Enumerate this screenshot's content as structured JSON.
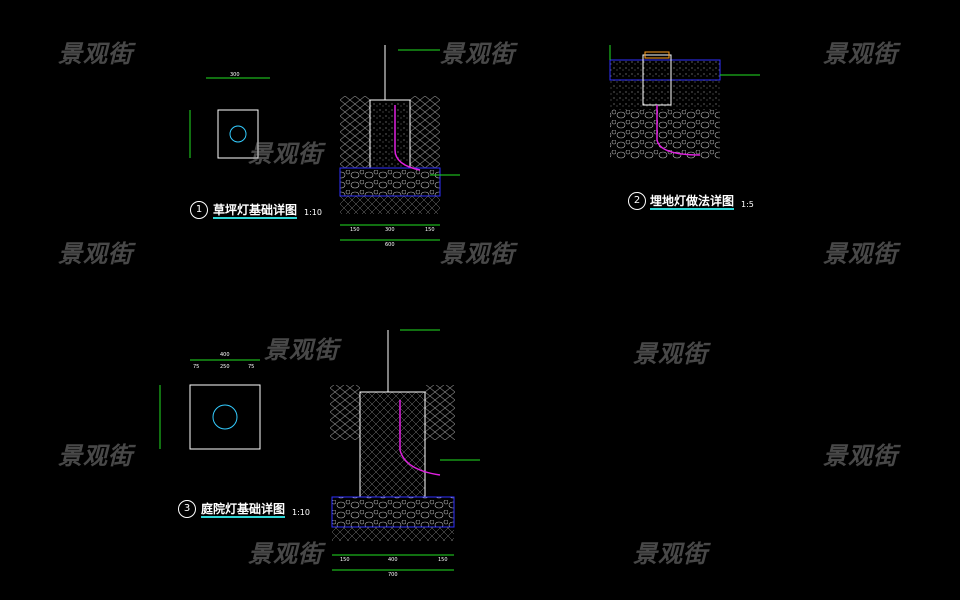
{
  "watermark": "景观街",
  "details": [
    {
      "number": "1",
      "title": "草坪灯基础详图",
      "scale": "1:10",
      "dims_bottom": [
        "150",
        "300",
        "150"
      ],
      "dims_total": "600",
      "dims_plan": [
        "300"
      ]
    },
    {
      "number": "2",
      "title": "埋地灯做法详图",
      "scale": "1:5"
    },
    {
      "number": "3",
      "title": "庭院灯基础详图",
      "scale": "1:10",
      "dims_bottom": [
        "150",
        "400",
        "150"
      ],
      "dims_total": "700",
      "dims_plan": [
        "400",
        "75",
        "250",
        "75"
      ]
    }
  ],
  "colors": {
    "line_green": "#22e022",
    "line_blue": "#3030ff",
    "cable_magenta": "#e020e0",
    "title_underline": "#2fd6d6",
    "lamp_orange": "#ffa020"
  }
}
